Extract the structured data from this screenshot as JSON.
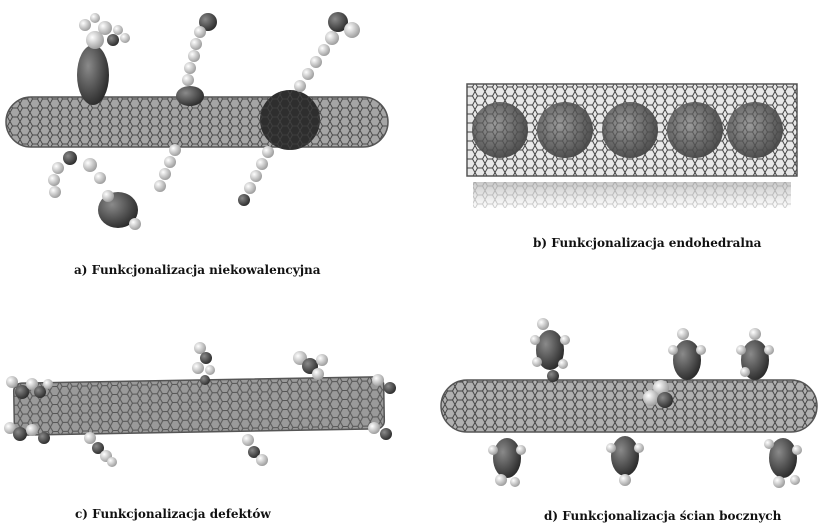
{
  "panels": {
    "a": {
      "caption": "a) Funkcjonalizacja niekowalencyjna"
    },
    "b": {
      "caption": "b) Funkcjonalizacja endohedralna"
    },
    "c": {
      "caption": "c) Funkcjonalizacja defektów"
    },
    "d": {
      "caption": "d) Funkcjonalizacja ścian bocznych"
    }
  },
  "colors": {
    "tube_fill": "#9a9a9a",
    "tube_mesh": "#4a4a4a",
    "atom_dark": "#3a3a3a",
    "atom_light": "#d6d6d6",
    "background": "#ffffff"
  }
}
